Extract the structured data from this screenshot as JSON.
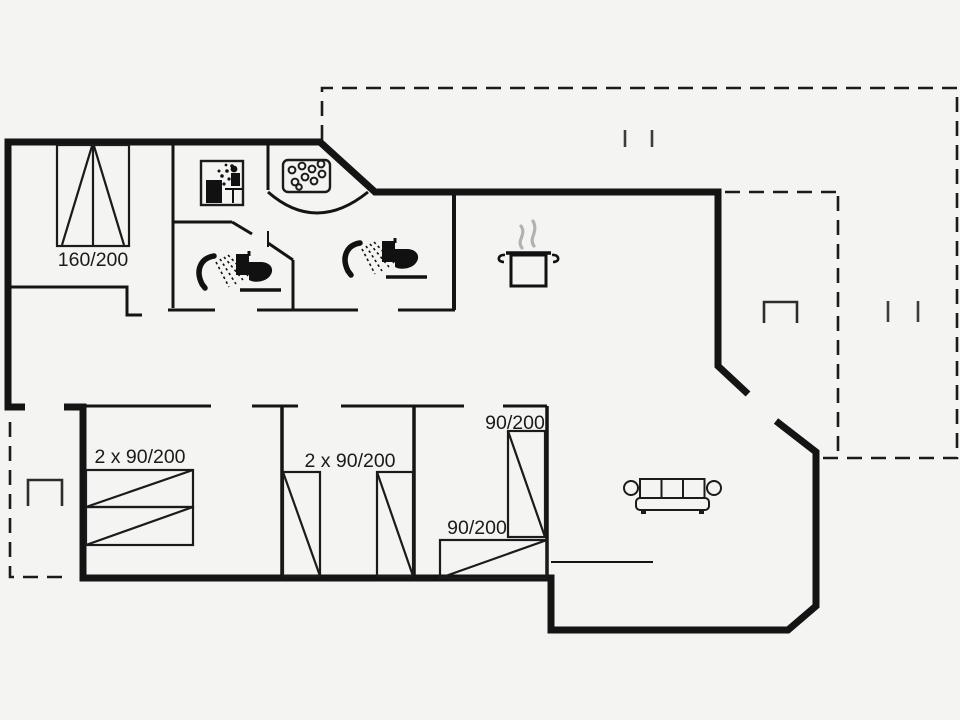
{
  "labels": {
    "bed_double": "160/200",
    "bed_twin_a": "2 x 90/200",
    "bed_twin_b": "2 x 90/200",
    "bed_single_top": "90/200",
    "bed_single_bottom": "90/200"
  },
  "colors": {
    "background": "#f4f4f2",
    "line": "#141414",
    "steam": "#b2b2b0"
  },
  "icons": [
    "washing-machine-icon",
    "whirlpool-tub-icon",
    "shower-icon",
    "toilet-icon",
    "cooking-pot-icon",
    "sofa-icon",
    "terrace-furniture-marker",
    "terrace-tick-marker"
  ]
}
